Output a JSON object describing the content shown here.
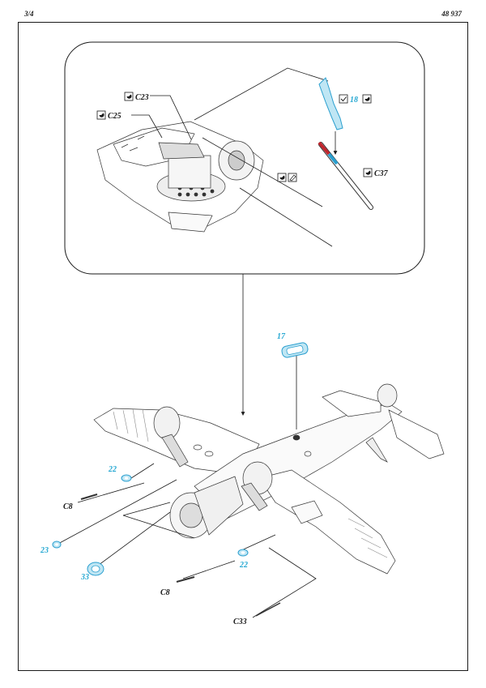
{
  "header": {
    "page": "3/4",
    "set_number": "48 937"
  },
  "detail_labels": {
    "c23": "C23",
    "c25": "C25",
    "p18": "18",
    "c37": "C37"
  },
  "main_labels": {
    "p17": "17",
    "p22a": "22",
    "c8a": "C8",
    "p23": "23",
    "p33": "33",
    "p22b": "22",
    "c8b": "C8",
    "c33": "C33"
  },
  "colors": {
    "photo_etch": "#29a9d3",
    "line": "#1a1a1a"
  },
  "icons": [
    "remove-part-icon",
    "bend-icon",
    "glue-icon"
  ]
}
